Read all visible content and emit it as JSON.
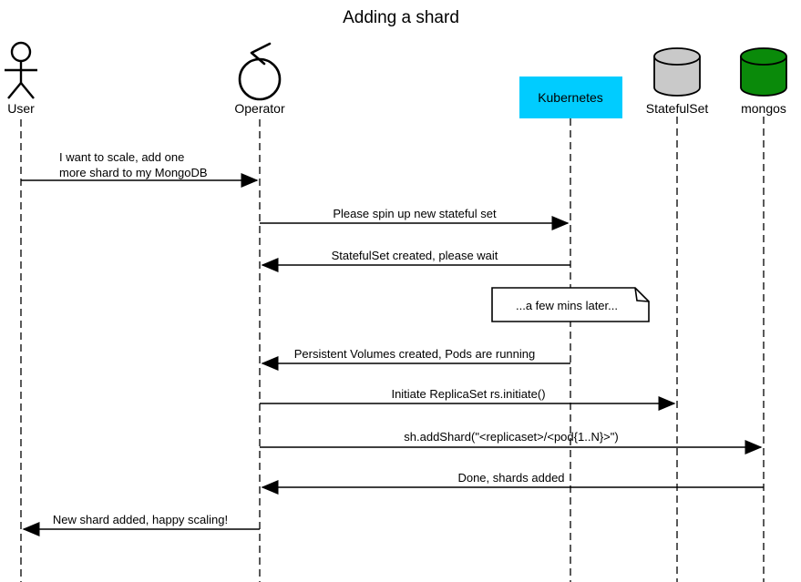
{
  "title": "Adding a shard",
  "participants": [
    {
      "label": "User",
      "type": "actor"
    },
    {
      "label": "Operator",
      "type": "control"
    },
    {
      "label": "Kubernetes",
      "type": "box",
      "fill": "#00ccff"
    },
    {
      "label": "StatefulSet",
      "type": "database",
      "fill": "#c9c9c9"
    },
    {
      "label": "mongos",
      "type": "database",
      "fill": "#0a8a0a"
    }
  ],
  "messages": [
    {
      "from": "User",
      "to": "Operator",
      "line1": "I want to scale, add one",
      "line2": "more shard to my MongoDB"
    },
    {
      "from": "Operator",
      "to": "Kubernetes",
      "text": "Please spin up new stateful set"
    },
    {
      "from": "Kubernetes",
      "to": "Operator",
      "text": "StatefulSet created, please wait"
    },
    {
      "from": "Kubernetes",
      "to": "Operator",
      "text": "Persistent Volumes created, Pods are running"
    },
    {
      "from": "Operator",
      "to": "StatefulSet",
      "text": "Initiate ReplicaSet rs.initiate()"
    },
    {
      "from": "Operator",
      "to": "mongos",
      "text": "sh.addShard(\"<replicaset>/<pod{1..N}>\")"
    },
    {
      "from": "mongos",
      "to": "Operator",
      "text": "Done, shards added"
    },
    {
      "from": "Operator",
      "to": "User",
      "text": "New shard added, happy scaling!"
    }
  ],
  "note": {
    "text": "...a few mins later..."
  }
}
